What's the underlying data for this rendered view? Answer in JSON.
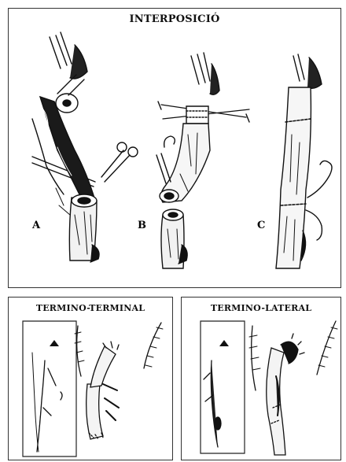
{
  "top_panel": {
    "title": "INTERPOSICIÓ",
    "labels": [
      "A",
      "B",
      "C"
    ]
  },
  "bottom_left_panel": {
    "title": "TERMINO-TERMINAL"
  },
  "bottom_right_panel": {
    "title": "TERMINO-LATERAL"
  },
  "colors": {
    "ink": "#111111",
    "border": "#333333",
    "background": "#ffffff"
  }
}
